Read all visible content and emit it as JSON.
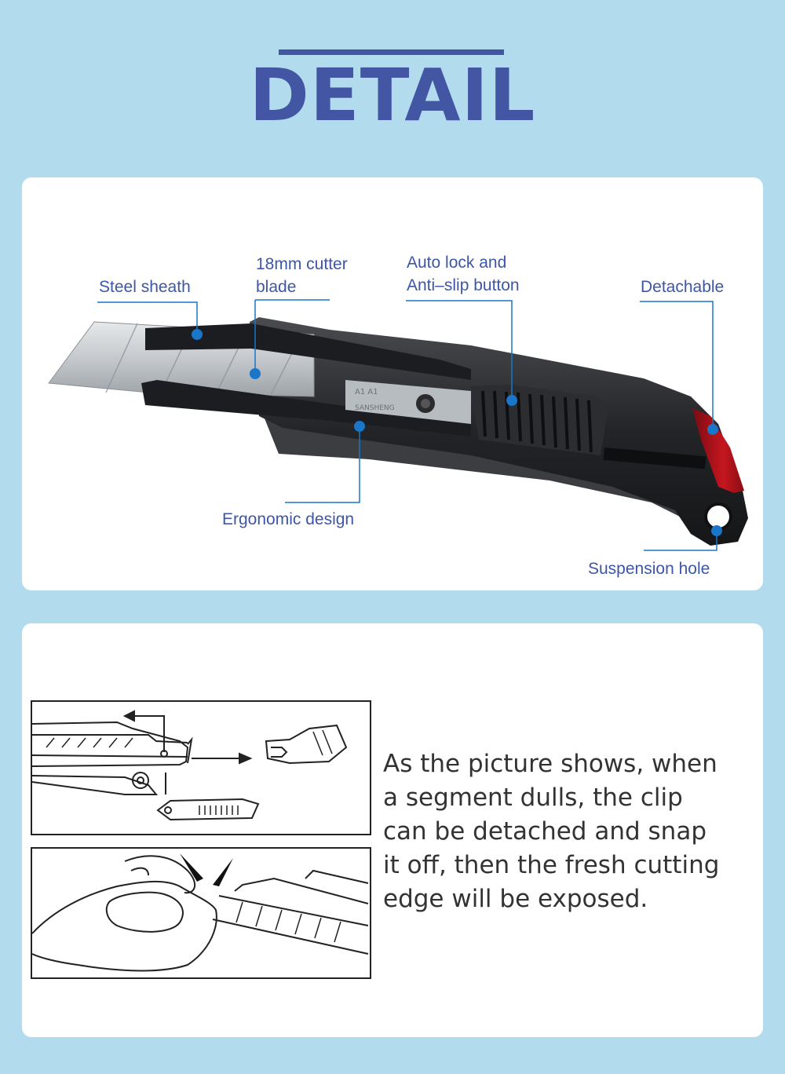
{
  "header": {
    "title": "DETAIL"
  },
  "colors": {
    "background": "#b2dbee",
    "accent": "#4356a3",
    "callout_line": "#1976c8",
    "handle": "#2a2b2e",
    "cap": "#b2141e"
  },
  "callouts": {
    "steel_sheath": "Steel sheath",
    "blade_line1": "18mm cutter",
    "blade_line2": "blade",
    "autolock_line1": "Auto lock and",
    "autolock_line2": "Anti–slip button",
    "detachable": "Detachable",
    "ergonomic": "Ergonomic design",
    "suspension": "Suspension hole"
  },
  "blade_marking": {
    "line1": "A1  A1",
    "line2": "SANSHENG"
  },
  "description": [
    "As the picture shows, when",
    "a segment dulls, the clip",
    "can be detached and snap",
    "it off, then the fresh cutting",
    "edge will be exposed."
  ]
}
